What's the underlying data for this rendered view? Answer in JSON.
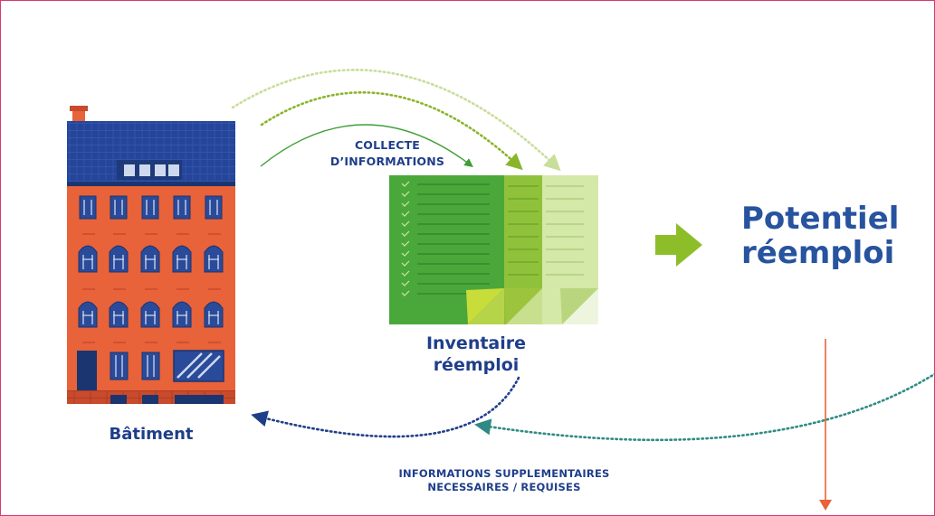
{
  "diagram": {
    "collecte_label": "COLLECTE\nD’INFORMATIONS",
    "inventaire_label": "Inventaire\nréemploi",
    "batiment_label": "Bâtiment",
    "potentiel_label": "Potentiel\nréemploi",
    "infos_label": "INFORMATIONS SUPPLEMENTAIRES\nNECESSAIRES / REQUISES"
  },
  "colors": {
    "frame_border": "#d63a6e",
    "navy_text": "#1f3e8a",
    "title_blue": "#27539f",
    "building_facade": "#e8623a",
    "roof_blue": "#24459a",
    "doc_green_dark": "#4aa83a",
    "doc_green_mid": "#8fc23a",
    "doc_green_light": "#d4e8a8",
    "arrow_green": "#8ebd2a",
    "arrow_orange": "#e8623a",
    "dotted_teal": "#2f8a84"
  }
}
